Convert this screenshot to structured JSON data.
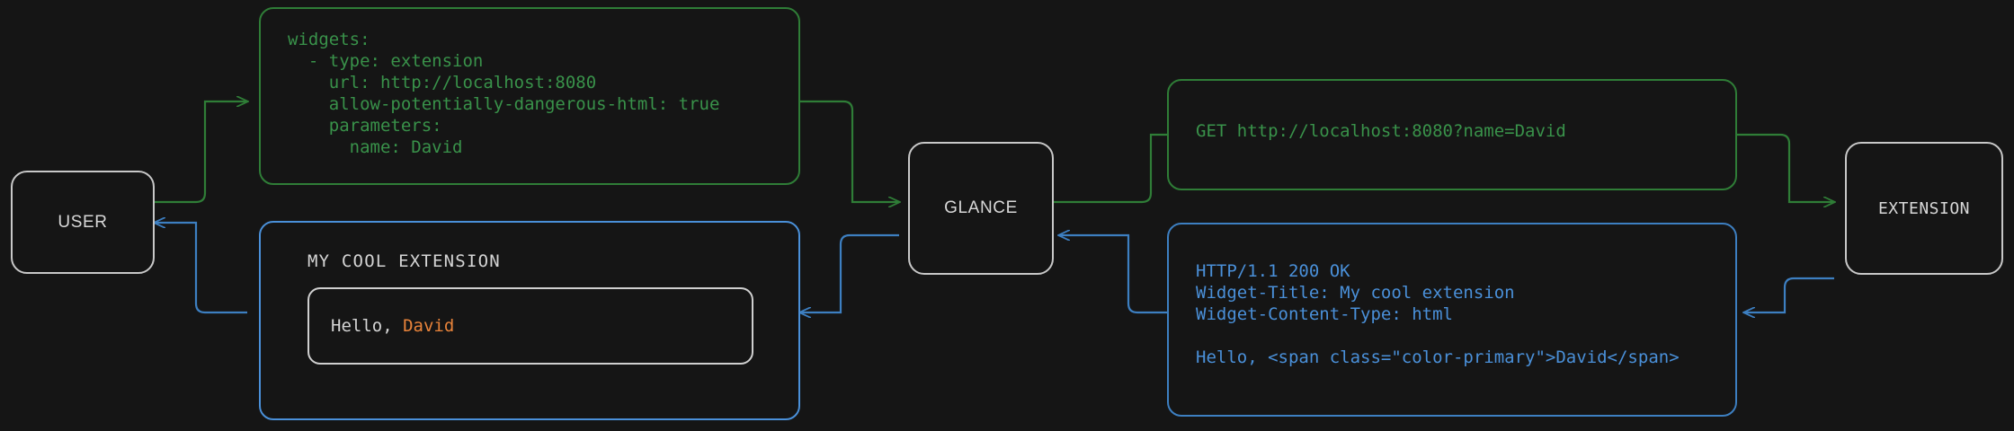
{
  "theme": {
    "background": "#151515",
    "request_color": "#39924a",
    "response_color": "#4a90d9",
    "node_border": "#c8c8c8",
    "node_text": "#d8d8d8",
    "accent_primary": "#e8833a"
  },
  "nodes": {
    "user": "USER",
    "glance": "GLANCE",
    "extension": "EXTENSION"
  },
  "messages": {
    "config_yaml": "widgets:\n  - type: extension\n    url: http://localhost:8080\n    allow-potentially-dangerous-html: true\n    parameters:\n      name: David",
    "http_request": "GET http://localhost:8080?name=David",
    "http_response": "HTTP/1.1 200 OK\nWidget-Title: My cool extension\nWidget-Content-Type: html\n\nHello, <span class=\"color-primary\">David</span>"
  },
  "widget_preview": {
    "title": "MY COOL EXTENSION",
    "greeting_prefix": "Hello, ",
    "greeting_name": "David"
  }
}
